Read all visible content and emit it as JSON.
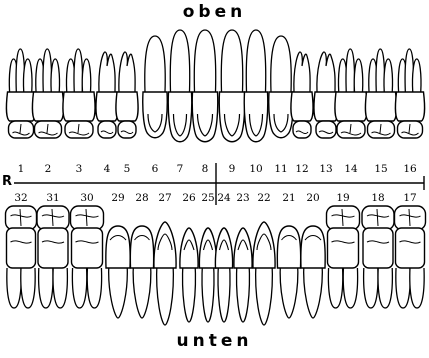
{
  "labels": {
    "top": "oben",
    "bottom": "unten",
    "side": "R"
  },
  "upper_teeth": [
    {
      "number": "1",
      "kind": "molar"
    },
    {
      "number": "2",
      "kind": "molar"
    },
    {
      "number": "3",
      "kind": "molar"
    },
    {
      "number": "4",
      "kind": "premolar"
    },
    {
      "number": "5",
      "kind": "premolar"
    },
    {
      "number": "6",
      "kind": "canine"
    },
    {
      "number": "7",
      "kind": "incisor"
    },
    {
      "number": "8",
      "kind": "incisor"
    },
    {
      "number": "9",
      "kind": "incisor"
    },
    {
      "number": "10",
      "kind": "incisor"
    },
    {
      "number": "11",
      "kind": "canine"
    },
    {
      "number": "12",
      "kind": "premolar"
    },
    {
      "number": "13",
      "kind": "premolar"
    },
    {
      "number": "14",
      "kind": "molar"
    },
    {
      "number": "15",
      "kind": "molar"
    },
    {
      "number": "16",
      "kind": "molar"
    }
  ],
  "lower_teeth": [
    {
      "number": "32",
      "kind": "molar"
    },
    {
      "number": "31",
      "kind": "molar"
    },
    {
      "number": "30",
      "kind": "molar"
    },
    {
      "number": "29",
      "kind": "premolar"
    },
    {
      "number": "28",
      "kind": "premolar"
    },
    {
      "number": "27",
      "kind": "canine"
    },
    {
      "number": "26",
      "kind": "incisor"
    },
    {
      "number": "25",
      "kind": "incisor"
    },
    {
      "number": "24",
      "kind": "incisor"
    },
    {
      "number": "23",
      "kind": "incisor"
    },
    {
      "number": "22",
      "kind": "canine"
    },
    {
      "number": "21",
      "kind": "premolar"
    },
    {
      "number": "20",
      "kind": "premolar"
    },
    {
      "number": "19",
      "kind": "molar"
    },
    {
      "number": "18",
      "kind": "molar"
    },
    {
      "number": "17",
      "kind": "molar"
    }
  ],
  "colors": {
    "ink": "#000000",
    "paper": "#ffffff"
  }
}
